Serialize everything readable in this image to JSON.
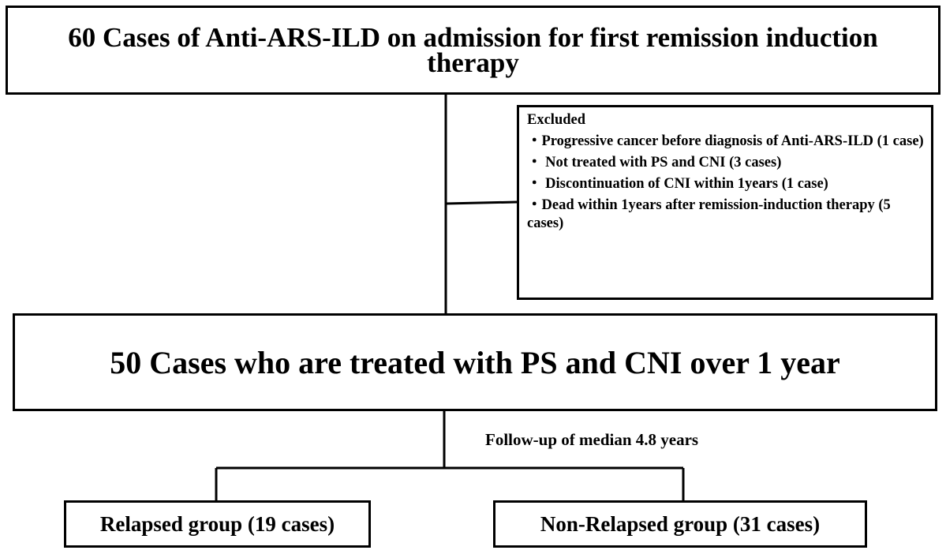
{
  "top_box": {
    "text": "60 Cases of Anti-ARS-ILD on admission for first remission induction therapy"
  },
  "excluded": {
    "title": "Excluded",
    "items": [
      "・Progressive cancer before diagnosis of Anti-ARS-ILD  (1 case)",
      "・ Not treated with PS and CNI (3 cases)",
      "・ Discontinuation of CNI within 1years  (1 case)",
      "・Dead within 1years after remission-induction therapy (5 cases)"
    ]
  },
  "middle_box": {
    "text": "50 Cases who are treated with PS and CNI over 1 year"
  },
  "followup_label": "Follow-up of median 4.8 years",
  "relapsed_box": {
    "text": "Relapsed group (19 cases)"
  },
  "nonrelapsed_box": {
    "text": "Non-Relapsed group (31 cases)"
  }
}
